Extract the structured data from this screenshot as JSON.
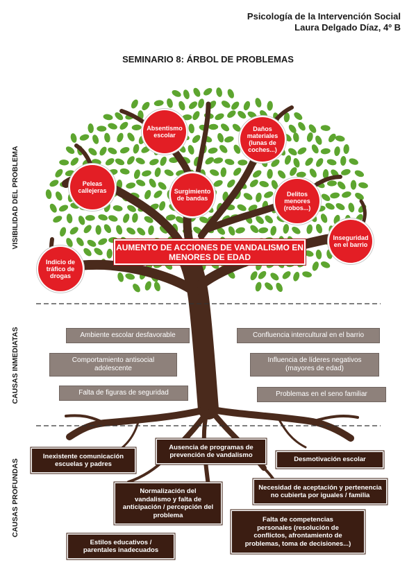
{
  "header": {
    "course": "Psicología de la Intervención Social",
    "author": "Laura Delgado Díaz, 4º B"
  },
  "title": "SEMINARIO 8: ÁRBOL DE PROBLEMAS",
  "sections": {
    "visibility": "VISIBILIDAD DEL PROBLEMA",
    "immediate": "CAUSAS INMEDIATAS",
    "deep": "CAUSAS PROFUNDAS"
  },
  "colors": {
    "leaf": "#5da52f",
    "trunk": "#4a2a1c",
    "effect": "#e31e25",
    "immediate_cause": "#8e817b",
    "deep_cause": "#3b1d12"
  },
  "central_problem": "AUMENTO DE ACCIONES DE VANDALISMO EN MENORES DE EDAD",
  "effects": {
    "absentismo": "Absentismo escolar",
    "danos": "Daños materiales (lunas de coches...)",
    "peleas": "Peleas callejeras",
    "bandas": "Surgimiento de bandas",
    "delitos": "Delitos menores (robos...)",
    "inseguridad": "Inseguridad en el barrio",
    "drogas": "Indicio de tráfico de drogas"
  },
  "immediate_causes": {
    "ambiente": "Ambiente escolar desfavorable",
    "confluencia": "Confluencia intercultural en el barrio",
    "comportamiento": "Comportamiento antisocial adolescente",
    "lideres": "Influencia de líderes negativos (mayores de edad)",
    "figuras": "Falta de figuras de seguridad",
    "familiar": "Problemas en el seno familiar"
  },
  "deep_causes": {
    "comunicacion": "Inexistente comunicación escuelas y padres",
    "programas": "Ausencia de programas de prevención de vandalismo",
    "desmotivacion": "Desmotivación escolar",
    "aceptacion": "Necesidad de aceptación y pertenencia no cubierta por iguales / familia",
    "normalizacion": "Normalización del vandalismo y falta de anticipación / percepción del problema",
    "competencias": "Falta de competencias personales (resolución de conflictos, afrontamiento de problemas, toma de decisiones...)",
    "estilos": "Estilos educativos / parentales inadecuados"
  }
}
